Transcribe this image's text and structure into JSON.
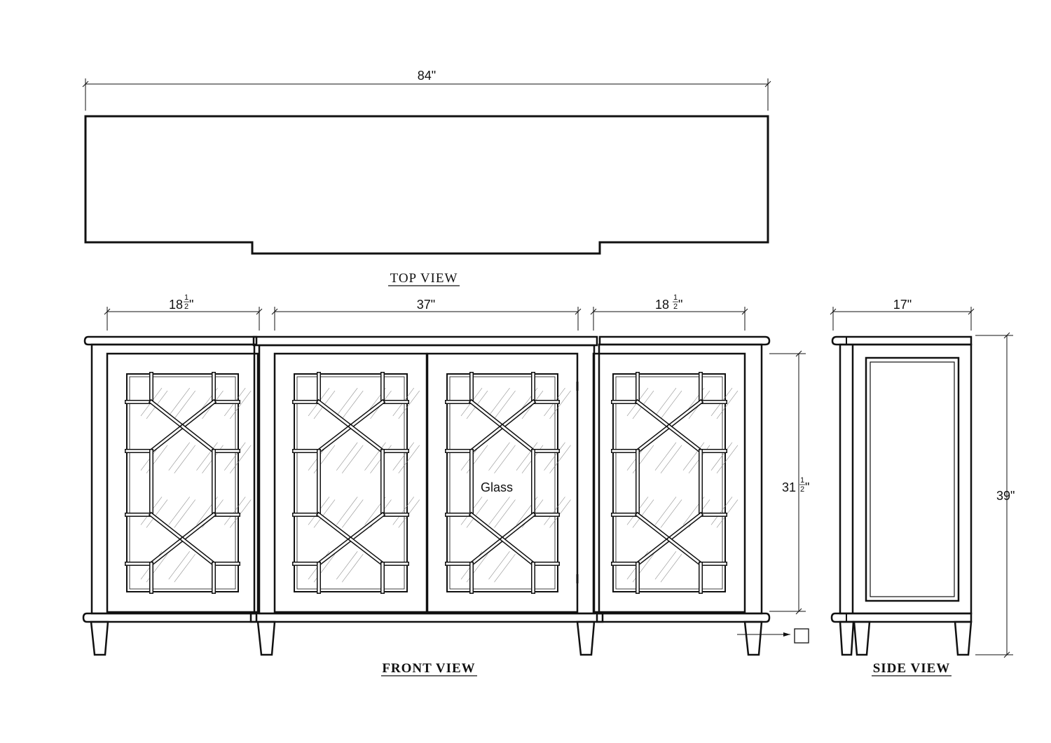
{
  "views": {
    "top": "TOP VIEW",
    "front": "FRONT VIEW",
    "side": "SIDE VIEW"
  },
  "dimensions": {
    "overall_width": "84\"",
    "left_section": {
      "whole": "18",
      "num": "1",
      "den": "2",
      "unit": "\""
    },
    "center_section": "37\"",
    "right_section": {
      "whole": "18",
      "num": "1",
      "den": "2",
      "unit": "\""
    },
    "depth": "17\"",
    "cabinet_height": {
      "whole": "31",
      "num": "1",
      "den": "2",
      "unit": "\""
    },
    "overall_height": "39\""
  },
  "labels": {
    "material": "Glass"
  },
  "colors": {
    "line": "#111111",
    "background": "#ffffff"
  }
}
